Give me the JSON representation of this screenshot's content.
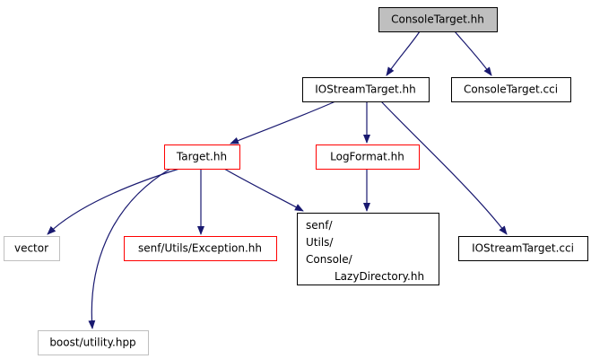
{
  "graph": {
    "colors": {
      "edge": "#191970",
      "box_default": "#000000",
      "box_red": "#ff0000",
      "box_gray": "#bfbfbf",
      "root_fill": "#bfbfbf"
    },
    "nodes": [
      {
        "id": "console_target_hh",
        "lines": [
          "ConsoleTarget.hh"
        ],
        "style": "root"
      },
      {
        "id": "iostream_target_hh",
        "lines": [
          "IOStreamTarget.hh"
        ],
        "style": "default"
      },
      {
        "id": "console_target_cci",
        "lines": [
          "ConsoleTarget.cci"
        ],
        "style": "default"
      },
      {
        "id": "target_hh",
        "lines": [
          "Target.hh"
        ],
        "style": "red"
      },
      {
        "id": "logformat_hh",
        "lines": [
          "LogFormat.hh"
        ],
        "style": "red"
      },
      {
        "id": "lazy_directory_hh",
        "lines": [
          "senf/",
          "Utils/",
          "Console/",
          "LazyDirectory.hh"
        ],
        "style": "default"
      },
      {
        "id": "iostream_target_cci",
        "lines": [
          "IOStreamTarget.cci"
        ],
        "style": "default"
      },
      {
        "id": "vector",
        "lines": [
          "vector"
        ],
        "style": "gray"
      },
      {
        "id": "exception_hh",
        "lines": [
          "senf/Utils/Exception.hh"
        ],
        "style": "red"
      },
      {
        "id": "boost_utility_hpp",
        "lines": [
          "boost/utility.hpp"
        ],
        "style": "gray"
      }
    ],
    "edges": [
      {
        "from": "console_target_hh",
        "to": "iostream_target_hh"
      },
      {
        "from": "console_target_hh",
        "to": "console_target_cci"
      },
      {
        "from": "iostream_target_hh",
        "to": "target_hh"
      },
      {
        "from": "iostream_target_hh",
        "to": "logformat_hh"
      },
      {
        "from": "iostream_target_hh",
        "to": "iostream_target_cci"
      },
      {
        "from": "target_hh",
        "to": "vector"
      },
      {
        "from": "target_hh",
        "to": "exception_hh"
      },
      {
        "from": "target_hh",
        "to": "lazy_directory_hh"
      },
      {
        "from": "target_hh",
        "to": "boost_utility_hpp"
      },
      {
        "from": "logformat_hh",
        "to": "lazy_directory_hh"
      }
    ]
  }
}
